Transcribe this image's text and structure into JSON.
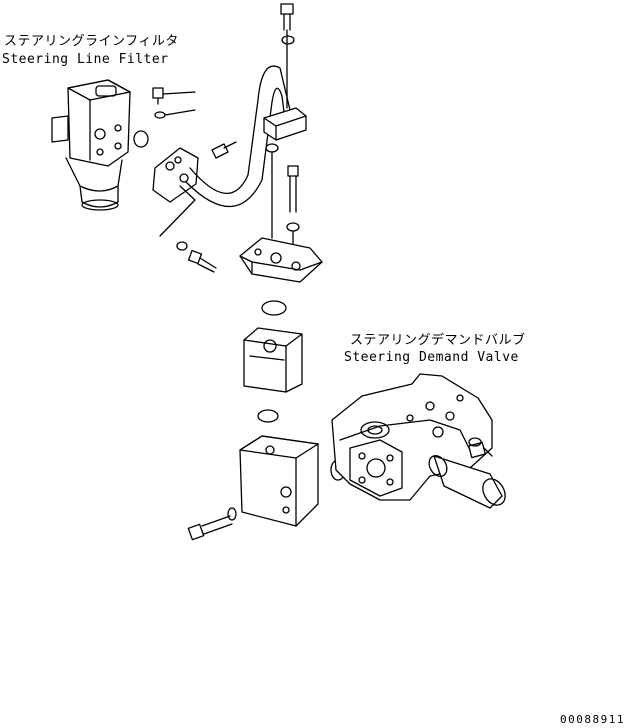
{
  "labels": {
    "filter_jp": "ステアリングラインフィルタ",
    "filter_en": "Steering Line Filter",
    "valve_jp": "ステアリングデマンドバルブ",
    "valve_en": "Steering Demand Valve"
  },
  "drawing_number": "00088911"
}
